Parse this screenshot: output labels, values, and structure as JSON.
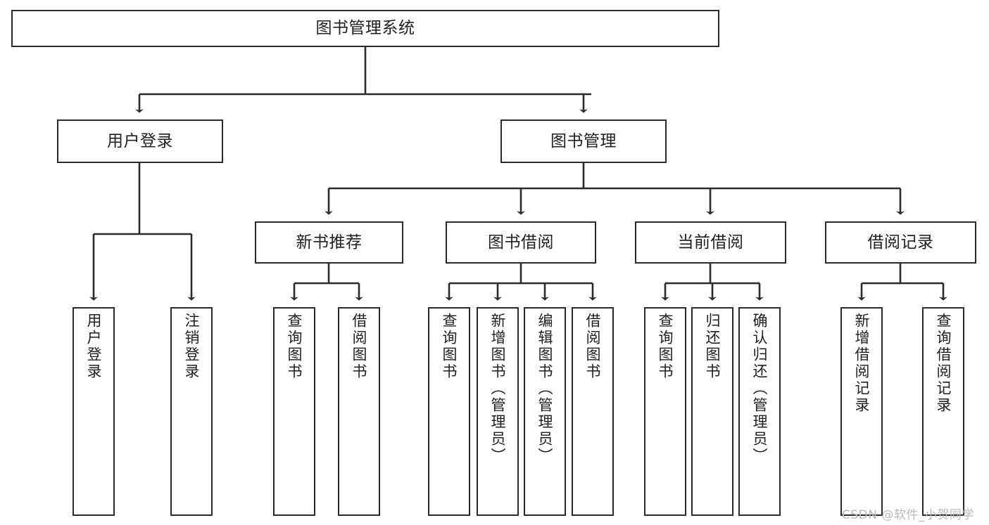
{
  "diagram": {
    "title": "图书管理系统",
    "type": "tree-hierarchy",
    "watermark": "CSDN @软件_小贺同学",
    "colors": {
      "box_border": "#2b2b2b",
      "box_fill": "#ffffff",
      "edge": "#2b2b2b",
      "text": "#1f1f1f",
      "watermark": "#b9b9b9",
      "background": "#ffffff"
    },
    "nodes": {
      "root": {
        "label": "图书管理系统"
      },
      "level2": [
        {
          "label": "用户登录"
        },
        {
          "label": "图书管理"
        }
      ],
      "level3": [
        {
          "label": "新书推荐"
        },
        {
          "label": "图书借阅"
        },
        {
          "label": "当前借阅"
        },
        {
          "label": "借阅记录"
        }
      ],
      "leaves_user_login": [
        {
          "label": "用户登录"
        },
        {
          "label": "注销登录"
        }
      ],
      "leaves_new_book": [
        {
          "label": "查询图书"
        },
        {
          "label": "借阅图书"
        }
      ],
      "leaves_borrow": [
        {
          "label": "查询图书"
        },
        {
          "label": "新增图书（管理员）"
        },
        {
          "label": "编辑图书（管理员）"
        },
        {
          "label": "借阅图书"
        }
      ],
      "leaves_current": [
        {
          "label": "查询图书"
        },
        {
          "label": "归还图书"
        },
        {
          "label": "确认归还（管理员）"
        }
      ],
      "leaves_record": [
        {
          "label": "新增借阅记录"
        },
        {
          "label": "查询借阅记录"
        }
      ]
    }
  }
}
